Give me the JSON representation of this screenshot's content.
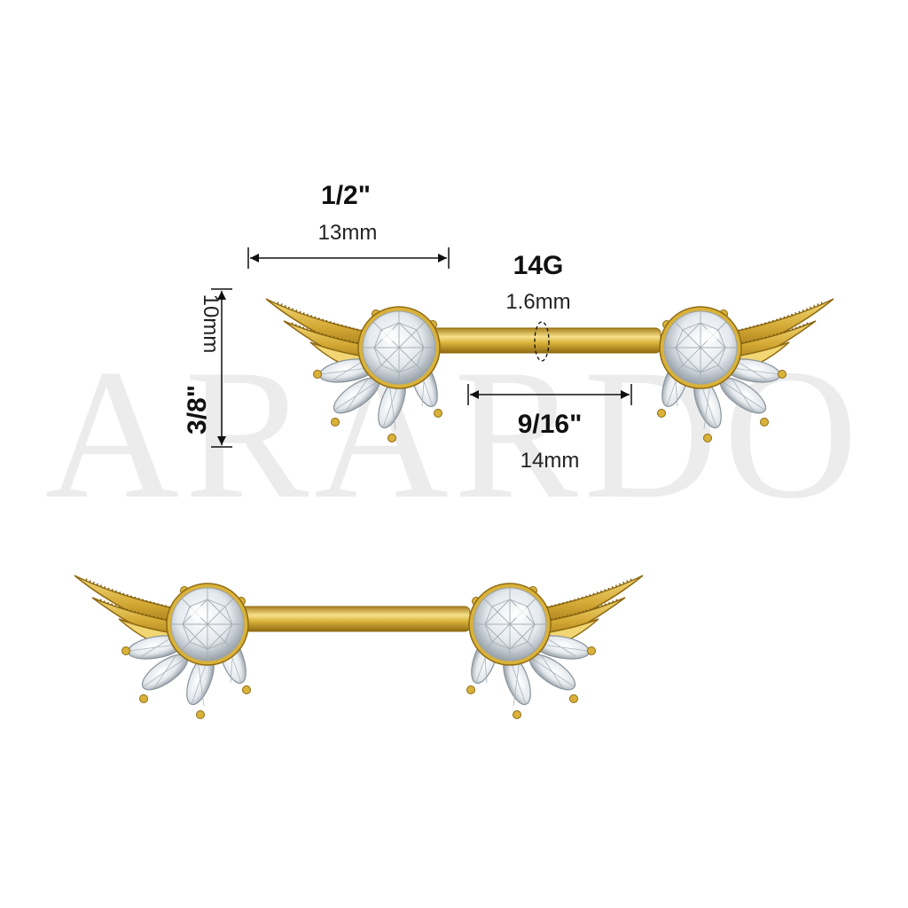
{
  "watermark": {
    "text": "ARARDO"
  },
  "dimensions": {
    "length": {
      "imperial": "1/2\"",
      "metric": "13mm"
    },
    "gauge": {
      "gauge": "14G",
      "metric": "1.6mm"
    },
    "height": {
      "imperial": "3/8\"",
      "metric": "10mm"
    },
    "bar_length": {
      "imperial": "9/16\"",
      "metric": "14mm"
    }
  },
  "colors": {
    "gold": "#d9b23a",
    "gold_dark": "#a9801b",
    "gold_light": "#f4dc7d",
    "stone": "#e8edf2",
    "watermark": "#ececec",
    "text": "#111111"
  }
}
